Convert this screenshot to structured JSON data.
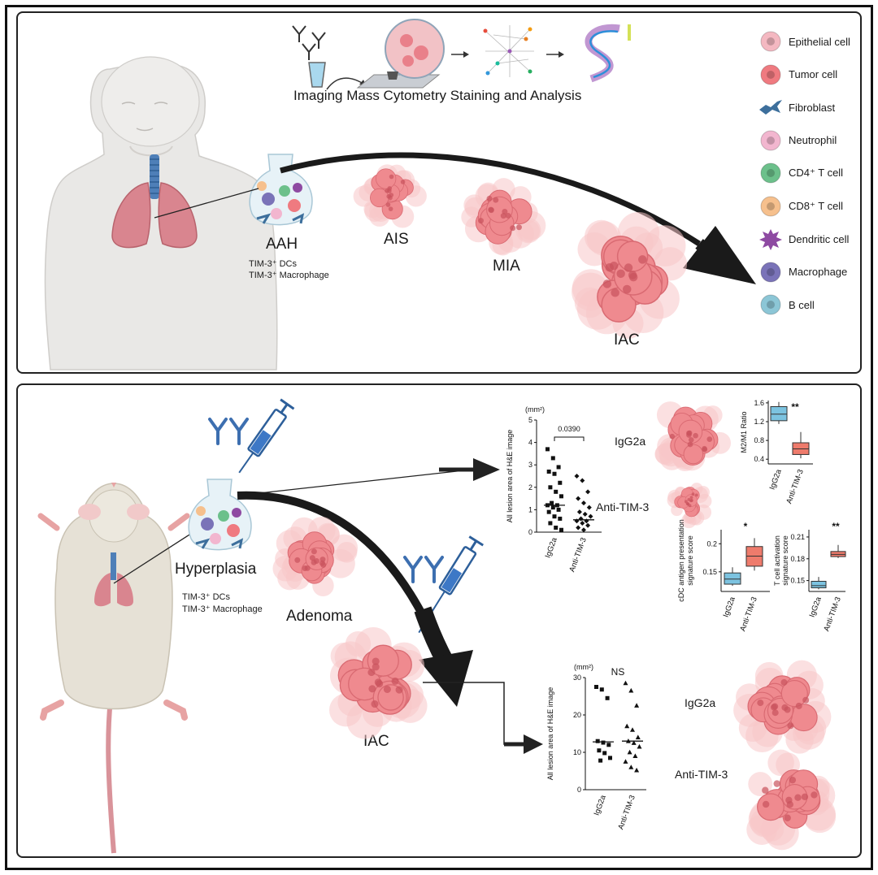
{
  "top": {
    "heading": "Imaging Mass Cytometry Staining and Analysis",
    "stages": {
      "aah": "AAH",
      "ais": "AIS",
      "mia": "MIA",
      "iac": "IAC"
    },
    "aah_markers": [
      "TIM-3⁺ DCs",
      "TIM-3⁺ Macrophage"
    ]
  },
  "legend": [
    {
      "label": "Epithelial cell",
      "color": "#f4b8c1",
      "icon": "epithelial-cell-icon"
    },
    {
      "label": "Tumor cell",
      "color": "#ef7a80",
      "icon": "tumor-cell-icon"
    },
    {
      "label": "Fibroblast",
      "color": "#3d6f9c",
      "icon": "fibroblast-icon"
    },
    {
      "label": "Neutrophil",
      "color": "#f2b6cf",
      "icon": "neutrophil-icon"
    },
    {
      "label": "CD4⁺ T cell",
      "color": "#6cc08b",
      "icon": "cd4-t-cell-icon"
    },
    {
      "label": "CD8⁺ T cell",
      "color": "#f6c08d",
      "icon": "cd8-t-cell-icon"
    },
    {
      "label": "Dendritic cell",
      "color": "#8e4aa2",
      "icon": "dendritic-cell-icon"
    },
    {
      "label": "Macrophage",
      "color": "#7a73b8",
      "icon": "macrophage-icon"
    },
    {
      "label": "B cell",
      "color": "#8cc6d6",
      "icon": "b-cell-icon"
    }
  ],
  "bottom": {
    "hyperplasia": "Hyperplasia",
    "markers": [
      "TIM-3⁺ DCs",
      "TIM-3⁺ Macrophage"
    ],
    "adenoma": "Adenoma",
    "iac": "IAC",
    "group_igg": "IgG2a",
    "group_anti": "Anti-TIM-3"
  },
  "colors": {
    "igg": "#7cc3e0",
    "anti": "#ee7b6c",
    "tumor": "#ef8a8f",
    "tumor_light": "#f8c6c8",
    "arrow": "#1a1a1a"
  },
  "chart_data": [
    {
      "type": "scatter",
      "id": "lesion-early",
      "unit_label": "(mm²)",
      "ylabel": "All lesion area of H&E image",
      "categories": [
        "IgG2a",
        "Anti-TIM-3"
      ],
      "ylim": [
        0,
        5
      ],
      "yticks": [
        0,
        1,
        2,
        3,
        4,
        5
      ],
      "annotation": "0.0390",
      "series": [
        {
          "name": "IgG2a",
          "marker": "square",
          "median": 1.2,
          "values": [
            3.7,
            3.3,
            2.9,
            2.7,
            2.6,
            2.2,
            2.0,
            1.8,
            1.6,
            1.3,
            1.2,
            1.2,
            1.1,
            1.0,
            0.9,
            0.7,
            0.6,
            0.4,
            0.2,
            0.1
          ]
        },
        {
          "name": "Anti-TIM-3",
          "marker": "diamond",
          "median": 0.55,
          "values": [
            2.5,
            2.3,
            1.8,
            1.5,
            1.3,
            1.1,
            0.9,
            0.8,
            0.7,
            0.6,
            0.5,
            0.5,
            0.4,
            0.3,
            0.2,
            0.1
          ]
        }
      ]
    },
    {
      "type": "box",
      "id": "m2m1",
      "ylabel": "M2/M1 Ratio",
      "categories": [
        "IgG2a",
        "Anti-TIM-3"
      ],
      "ylim": [
        0.3,
        1.65
      ],
      "yticks": [
        0.4,
        0.8,
        1.2,
        1.6
      ],
      "significance": "**",
      "boxes": [
        {
          "name": "IgG2a",
          "min": 1.15,
          "q1": 1.22,
          "median": 1.36,
          "q3": 1.52,
          "max": 1.62
        },
        {
          "name": "Anti-TIM-3",
          "min": 0.42,
          "q1": 0.5,
          "median": 0.62,
          "q3": 0.75,
          "max": 0.98
        }
      ]
    },
    {
      "type": "box",
      "id": "cdc",
      "ylabel": "cDC antigen presentation signature score",
      "categories": [
        "IgG2a",
        "Anti-TIM-3"
      ],
      "ylim": [
        0.115,
        0.225
      ],
      "yticks": [
        0.15,
        0.2
      ],
      "significance": "*",
      "boxes": [
        {
          "name": "IgG2a",
          "min": 0.125,
          "q1": 0.128,
          "median": 0.137,
          "q3": 0.148,
          "max": 0.158
        },
        {
          "name": "Anti-TIM-3",
          "min": 0.152,
          "q1": 0.16,
          "median": 0.178,
          "q3": 0.195,
          "max": 0.21
        }
      ]
    },
    {
      "type": "box",
      "id": "tcell",
      "ylabel": "T cell activation signature score",
      "categories": [
        "IgG2a",
        "Anti-TIM-3"
      ],
      "ylim": [
        0.135,
        0.22
      ],
      "yticks": [
        0.15,
        0.18,
        0.21
      ],
      "significance": "**",
      "boxes": [
        {
          "name": "IgG2a",
          "min": 0.138,
          "q1": 0.14,
          "median": 0.143,
          "q3": 0.149,
          "max": 0.155
        },
        {
          "name": "Anti-TIM-3",
          "min": 0.181,
          "q1": 0.183,
          "median": 0.186,
          "q3": 0.19,
          "max": 0.199
        }
      ]
    },
    {
      "type": "scatter",
      "id": "lesion-late",
      "unit_label": "(mm²)",
      "ylabel": "All lesion area of H&E image",
      "categories": [
        "IgG2a",
        "Anti-TIM-3"
      ],
      "ylim": [
        0,
        30
      ],
      "yticks": [
        0,
        10,
        20,
        30
      ],
      "annotation": "NS",
      "series": [
        {
          "name": "IgG2a",
          "marker": "square",
          "median": 12.8,
          "values": [
            27.5,
            26.8,
            24.5,
            13.0,
            12.6,
            12.0,
            10.5,
            9.8,
            8.5,
            7.8
          ]
        },
        {
          "name": "Anti-TIM-3",
          "marker": "triangle",
          "median": 13.0,
          "values": [
            28.5,
            26.5,
            22.5,
            17.0,
            16.0,
            14.0,
            13.0,
            12.5,
            11.5,
            10.0,
            9.0,
            7.5,
            6.0,
            5.2
          ]
        }
      ]
    }
  ]
}
